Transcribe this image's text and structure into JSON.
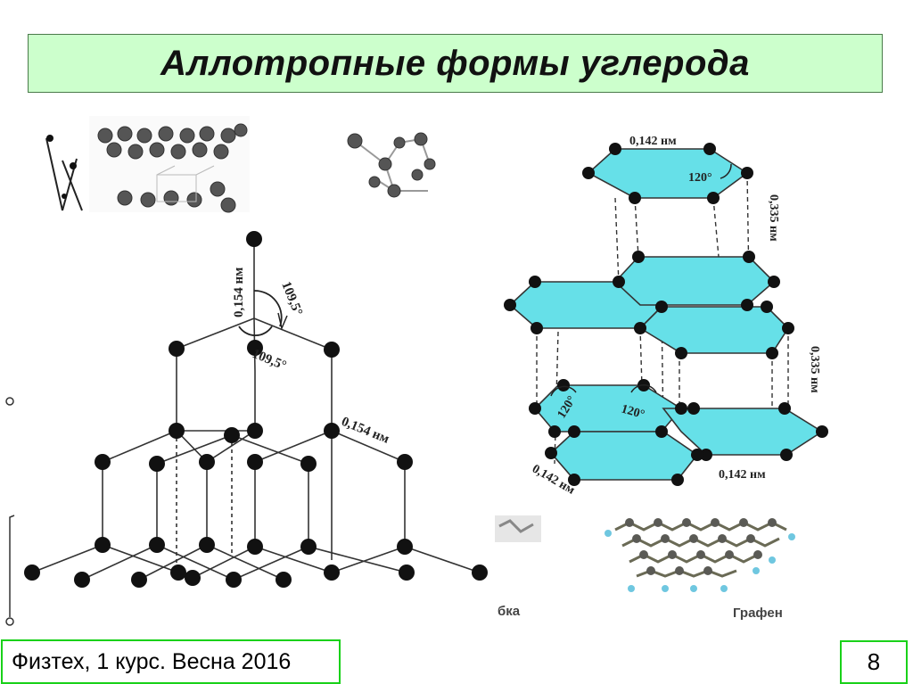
{
  "title": "Аллотропные формы углерода",
  "footer": {
    "course": "Физтех, 1 курс. Весна 2016",
    "page_number": "8"
  },
  "diamond": {
    "bond_length_top": "0,154 нм",
    "bond_length_side": "0,154 нм",
    "angle_1": "109,5°",
    "angle_2": "109,5°"
  },
  "graphite": {
    "bond_length_top": "0,142 нм",
    "angle_top": "120°",
    "interlayer_1": "0,335 нм",
    "interlayer_2": "0,335 нм",
    "angle_left": "120°",
    "angle_mid": "120°",
    "bond_length_bottom_left": "0,142 нм",
    "bond_length_bottom_right": "0,142 нм"
  },
  "captions": {
    "nanotube_fragment": "бка",
    "graphene": "Графен"
  },
  "colors": {
    "title_background": "#ccffcc",
    "footer_border": "#19d119",
    "graphite_fill": "#66e0e8",
    "atom": "#111111"
  }
}
